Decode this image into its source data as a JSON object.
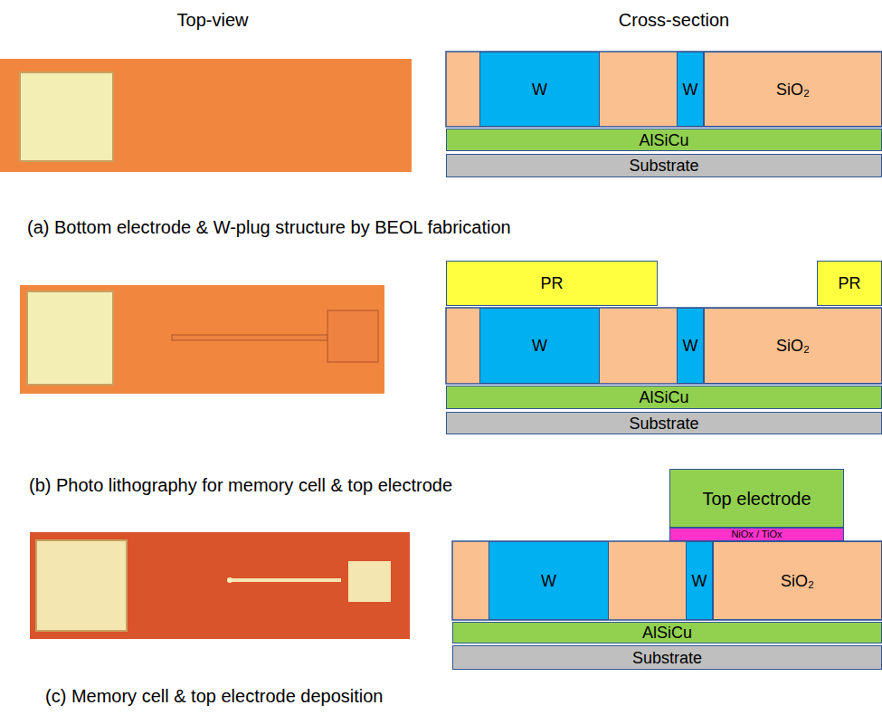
{
  "diagram": {
    "nodes": [
      {
        "text": [
          "W"
        ]
      },
      {
        "text": [
          "W"
        ]
      },
      {
        "text": [
          "SiO₂"
        ]
      },
      {
        "text": [
          "AlSiCu"
        ]
      },
      {
        "text": [
          "Substrate"
        ]
      },
      {
        "text": [
          "PR"
        ]
      },
      {
        "text": [
          "PR"
        ]
      },
      {
        "text": [
          "W"
        ]
      },
      {
        "text": [
          "W"
        ]
      },
      {
        "text": [
          "SiO₂"
        ]
      },
      {
        "text": [
          "AlSiCu"
        ]
      },
      {
        "text": [
          "Substrate"
        ]
      },
      {
        "text": [
          "Top electrode"
        ]
      },
      {
        "text": [
          "NiOx / TiOx"
        ]
      },
      {
        "text": [
          "W"
        ]
      },
      {
        "text": [
          "W"
        ]
      },
      {
        "text": [
          "SiO₂"
        ]
      },
      {
        "text": [
          "AlSiCu"
        ]
      },
      {
        "text": [
          "Substrate"
        ]
      }
    ],
    "labels": [
      "Top-view",
      "Cross-section",
      "(a) Bottom electrode & W-plug structure by BEOL fabrication",
      "(b) Photo lithography for memory cell & top electrode",
      "(c) Memory cell & top electrode deposition"
    ]
  }
}
